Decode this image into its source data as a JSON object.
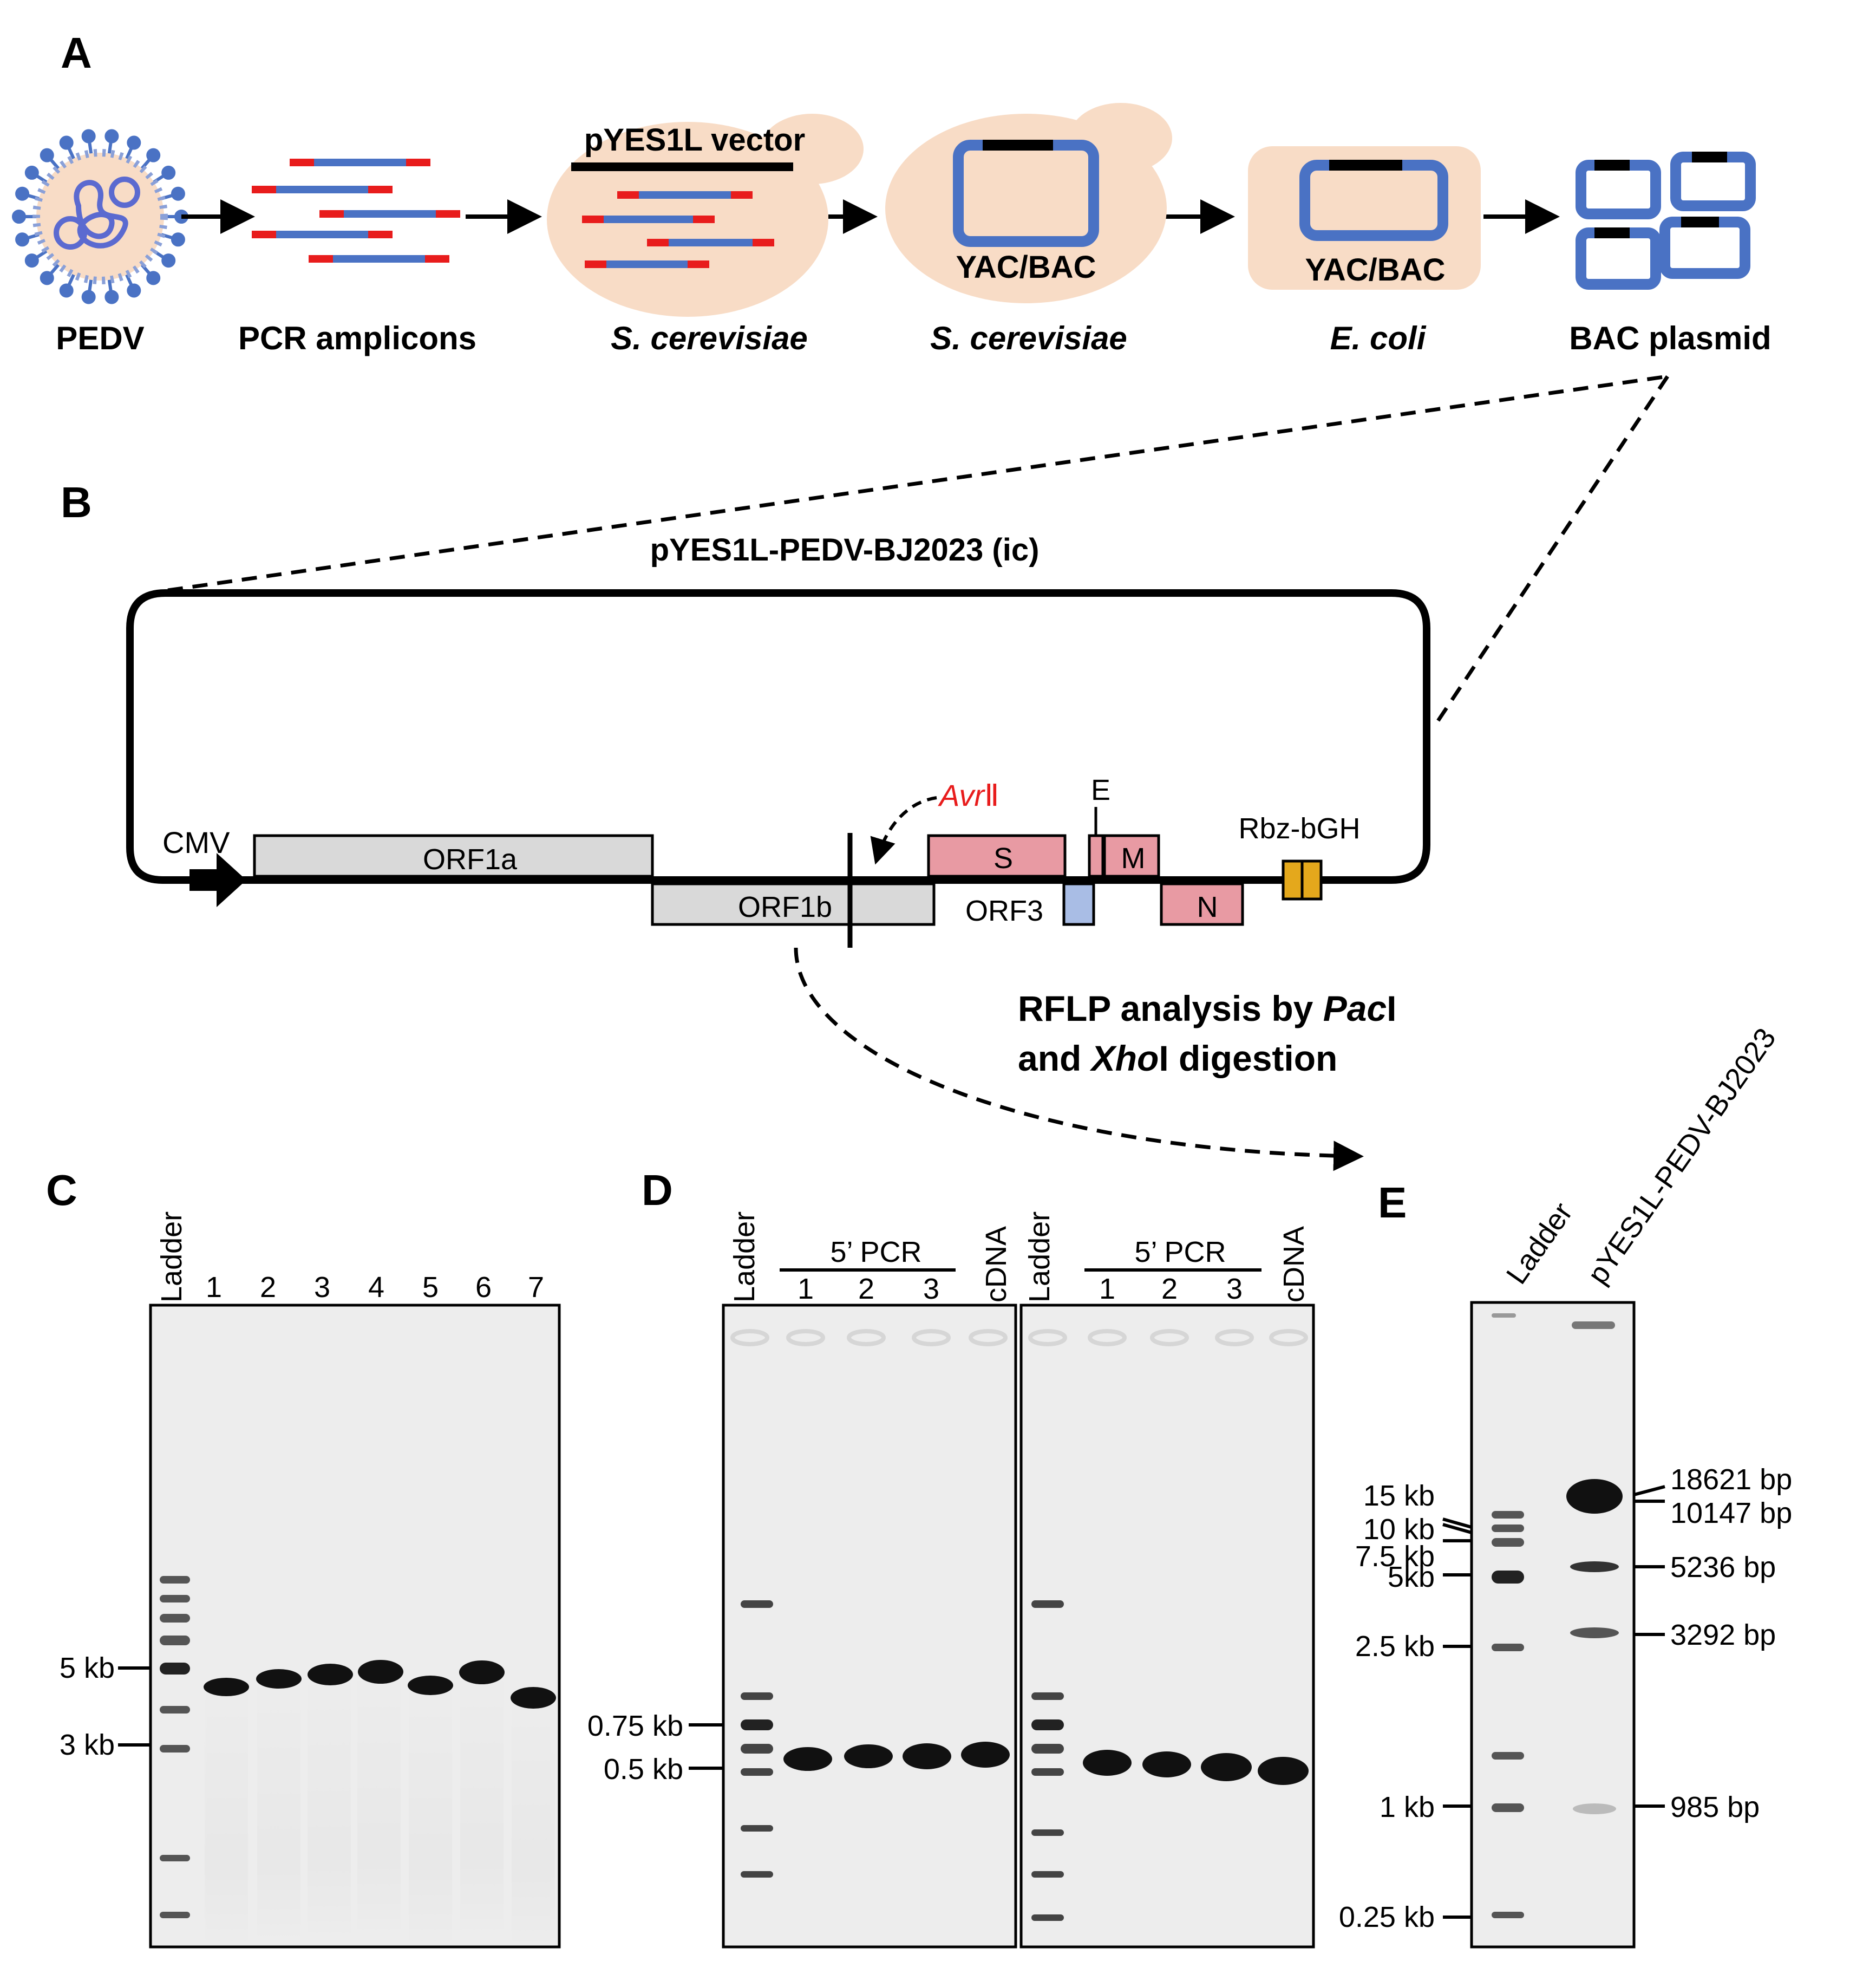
{
  "colors": {
    "peach": "#f8dcc6",
    "dna_blue": "#4a72c4",
    "dna_red": "#e81c1c",
    "orf_grey": "#d9d9d9",
    "pink": "#e89aa3",
    "orf3_blue": "#a9bde5",
    "rbz_gold": "#e4a81c",
    "avr_red": "#e81c1c",
    "gel_bg": "#ededed",
    "band": "#111111"
  },
  "panelA": {
    "label": "A",
    "steps": [
      "PEDV",
      "PCR amplicons",
      "S. cerevisiae",
      "S. cerevisiae",
      "E. coli",
      "BAC plasmid"
    ],
    "vector_label": "pYES1L vector",
    "yacbac_label_1": "YAC/BAC",
    "yacbac_label_2": "YAC/BAC",
    "icons": [
      "virus-icon",
      "right-arrow-icon",
      "plasmid-icon"
    ]
  },
  "panelB": {
    "label": "B",
    "construct_name": "pYES1L-PEDV-BJ2023 (ic)",
    "cmv": "CMV",
    "orf1a": "ORF1a",
    "orf1b": "ORF1b",
    "s": "S",
    "orf3": "ORF3",
    "e": "E",
    "m": "M",
    "n": "N",
    "rbz": "Rbz-bGH",
    "avr_main": "Avr",
    "avr_suffix": "Ⅱ",
    "rflp_line1_a": "RFLP analysis by ",
    "rflp_line1_b": "Pac",
    "rflp_line1_c": "I",
    "rflp_line2_a": "and ",
    "rflp_line2_b": "Xho",
    "rflp_line2_c": "I digestion"
  },
  "panelC": {
    "label": "C",
    "ladder": "Ladder",
    "lanes": [
      "1",
      "2",
      "3",
      "4",
      "5",
      "6",
      "7"
    ],
    "markers": [
      "5 kb",
      "3 kb"
    ]
  },
  "panelD": {
    "label": "D",
    "ladder_1": "Ladder",
    "ladder_2": "Ladder",
    "group_1": "5’ PCR",
    "group_2": "5’ PCR",
    "lanes_1": [
      "1",
      "2",
      "3"
    ],
    "lanes_2": [
      "1",
      "2",
      "3"
    ],
    "cdna_1": "cDNA",
    "cdna_2": "cDNA",
    "markers": [
      "0.75 kb",
      "0.5 kb"
    ]
  },
  "panelE": {
    "label": "E",
    "ladder": "Ladder",
    "sample": "pYES1L-PEDV-BJ2023",
    "ladder_markers": [
      "15 kb",
      "10 kb",
      "7.5 kb",
      "5kb",
      "2.5 kb",
      "1 kb",
      "0.25 kb"
    ],
    "band_sizes": [
      "18621 bp",
      "10147 bp",
      "5236 bp",
      "3292 bp",
      "985 bp"
    ]
  }
}
